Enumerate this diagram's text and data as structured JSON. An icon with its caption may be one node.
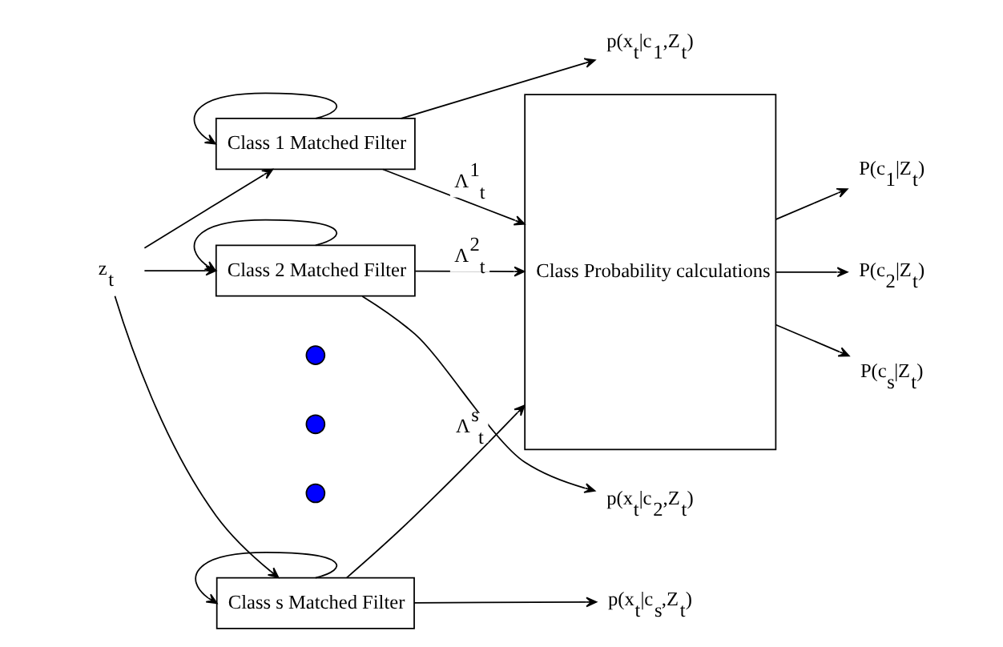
{
  "diagram": {
    "nodes": [
      {
        "text": [
          "z$_{t}$"
        ]
      },
      {
        "text": [
          "Class 1 Matched Filter"
        ]
      },
      {
        "text": [
          "Class 2 Matched Filter"
        ]
      },
      {
        "text": [],
        "shape": "circle"
      },
      {
        "text": [],
        "shape": "circle"
      },
      {
        "text": [],
        "shape": "circle"
      },
      {
        "text": [
          "Class s Matched Filter"
        ]
      },
      {
        "text": [
          "p(x$_{t}$|c$_{1}$,Z$_{t}$)"
        ]
      },
      {
        "text": [
          "p(x$_{t}$|c$_{2}$,Z$_{t}$)"
        ]
      },
      {
        "text": [
          "p(x$_{t}$|c$_{s}$,Z$_{t}$)"
        ]
      },
      {
        "text": [
          "Class Probability calculations"
        ]
      },
      {
        "text": [
          "P(c$_{1}$|Z$_{t}$)"
        ]
      },
      {
        "text": [
          "P(c$_{2}$|Z$_{t}$)"
        ]
      },
      {
        "text": [
          "P(c$_{s}$|Z$_{t}$)"
        ]
      }
    ],
    "edges": [
      {
        "from": 0,
        "to": 1,
        "arrow": "to"
      },
      {
        "from": 0,
        "to": 2,
        "arrow": "to"
      },
      {
        "from": 0,
        "to": 6,
        "arrow": "to"
      },
      {
        "from": 1,
        "to": 1,
        "arrow": "to"
      },
      {
        "from": 1,
        "to": 7,
        "arrow": "to"
      },
      {
        "from": 2,
        "to": 2,
        "arrow": "to"
      },
      {
        "from": 2,
        "to": 8,
        "arrow": "to"
      },
      {
        "from": 6,
        "to": 6,
        "arrow": "to"
      },
      {
        "from": 6,
        "to": 9,
        "arrow": "to"
      },
      {
        "from": 1,
        "to": 10,
        "arrow": "to",
        "label": "Λ$^{1}$$_{t}$"
      },
      {
        "from": 2,
        "to": 10,
        "arrow": "to",
        "label": "Λ$^{2}$$_{t}$"
      },
      {
        "from": 6,
        "to": 10,
        "arrow": "to",
        "label": "Λ$^{s}$$_{t}$"
      },
      {
        "from": 10,
        "to": 11,
        "arrow": "to"
      },
      {
        "from": 10,
        "to": 12,
        "arrow": "to"
      },
      {
        "from": 10,
        "to": 13,
        "arrow": "to"
      }
    ]
  }
}
